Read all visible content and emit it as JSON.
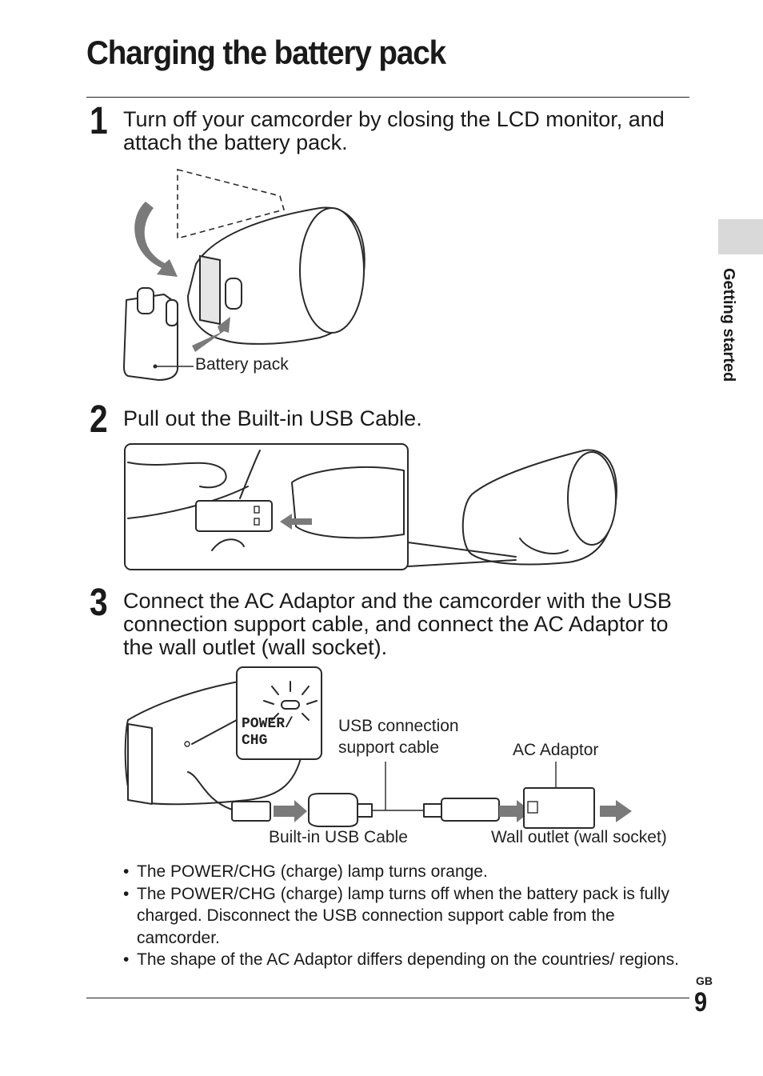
{
  "page": {
    "title": "Charging the battery pack",
    "section_tab": "Getting started",
    "region_code": "GB",
    "page_number": "9"
  },
  "steps": [
    {
      "number": "1",
      "text": "Turn off your camcorder by closing the LCD monitor, and attach the battery pack."
    },
    {
      "number": "2",
      "text": "Pull out the Built-in USB Cable."
    },
    {
      "number": "3",
      "text": "Connect the AC Adaptor and the camcorder with the USB connection support cable, and connect the AC Adaptor to the wall outlet (wall socket)."
    }
  ],
  "figure1": {
    "battery_label": "Battery pack"
  },
  "figure3": {
    "lamp_line1": "POWER/",
    "lamp_line2": "CHG",
    "usb_support_cable_label_1": "USB connection",
    "usb_support_cable_label_2": "support cable",
    "ac_adaptor_label": "AC Adaptor",
    "builtin_cable_label": "Built-in USB Cable",
    "wall_outlet_label": "Wall outlet (wall socket)"
  },
  "notes": [
    "The POWER/CHG (charge) lamp turns orange.",
    "The POWER/CHG (charge) lamp turns off when the battery pack is fully charged. Disconnect the USB connection support cable from the camcorder.",
    "The shape of the AC Adaptor differs depending on the countries/ regions."
  ],
  "colors": {
    "accent_tab": "#d9d9d9",
    "arrow_gray": "#7a7a7a",
    "text": "#1a1a1a"
  }
}
